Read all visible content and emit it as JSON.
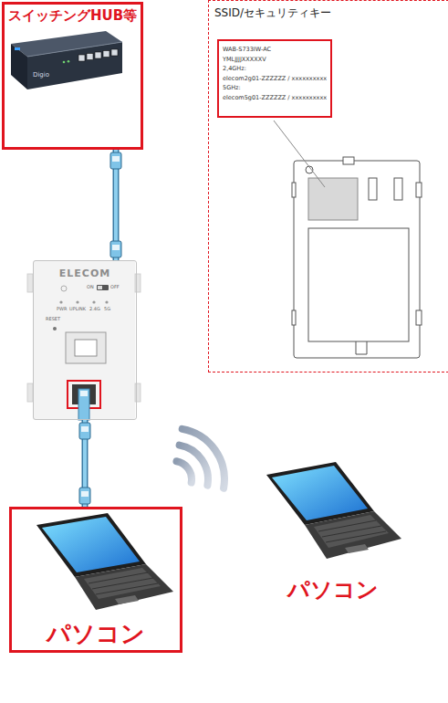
{
  "diagram": {
    "nodes": [
      {
        "text": [
          "スイッチングHUB等"
        ]
      },
      {
        "text": [
          "ELECOM"
        ]
      },
      {
        "text": [
          "パソコン"
        ]
      },
      {
        "text": [
          "パソコン"
        ]
      },
      {
        "text": [
          "SSID/セキュリティキー"
        ]
      },
      {
        "text": [
          "WAB-S733IW-AC",
          "YMLJJJJXXXXXV",
          "2,4GHz:",
          "elecom2g01-ZZZZZZ / xxxxxxxxxx",
          "5GHz:",
          "elecom5g01-ZZZZZZ / xxxxxxxxxx"
        ],
        "in": 4
      }
    ],
    "edges": [
      {
        "from": 0,
        "to": 1,
        "arrow": "none"
      },
      {
        "from": 1,
        "to": 2,
        "arrow": "none"
      }
    ],
    "labels": [
      "Digio",
      "ON",
      "OFF",
      "RESET",
      "PWR",
      "UPLINK",
      "2.4G",
      "5G"
    ]
  }
}
